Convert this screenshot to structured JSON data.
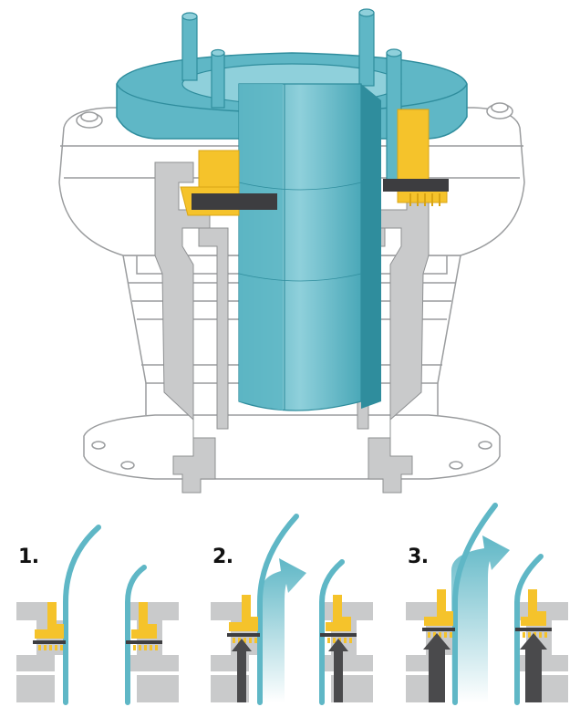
{
  "colors": {
    "teal": "#5fb7c6",
    "teal_dark": "#2f8d9d",
    "teal_light": "#bfe3ea",
    "yellow": "#f5c32b",
    "yellow_dark": "#d9a514",
    "grey": "#c9cacb",
    "grey_dark": "#8e9092",
    "outline": "#9a9c9e",
    "seal": "#3d3d40",
    "arrow": "#4a4a4c"
  },
  "steps": [
    {
      "label": "1.",
      "flow": "none"
    },
    {
      "label": "2.",
      "flow": "medium"
    },
    {
      "label": "3.",
      "flow": "high"
    }
  ]
}
